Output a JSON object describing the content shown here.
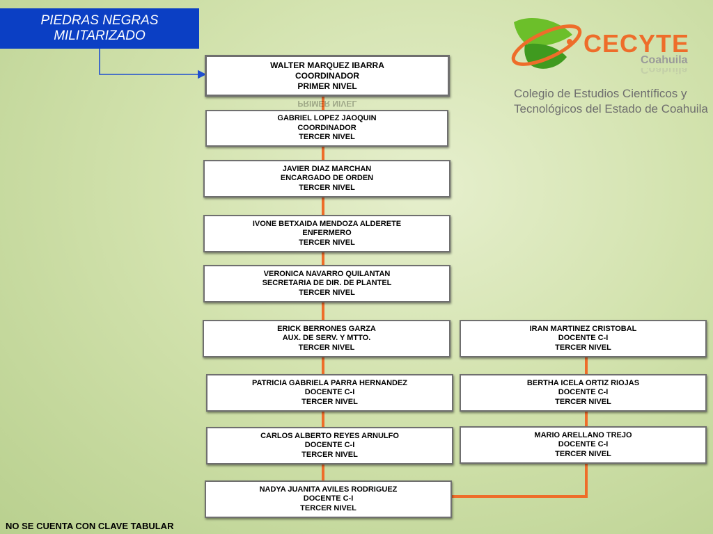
{
  "title": [
    "PIEDRAS NEGRAS",
    "MILITARIZADO"
  ],
  "logo": {
    "wordmark": "CECYTE",
    "state": "Coahuila",
    "college_line1": "Colegio de Estudios Científicos y",
    "college_line2": "Tecnológicos del Estado de Coahuila"
  },
  "top": {
    "name": "WALTER MARQUEZ IBARRA",
    "role": "COORDINADOR",
    "level": "PRIMER NIVEL"
  },
  "left_column": [
    {
      "name": "GABRIEL LOPEZ JAOQUIN",
      "role": "COORDINADOR",
      "level": "TERCER NIVEL"
    },
    {
      "name": "JAVIER DIAZ MARCHAN",
      "role": "ENCARGADO DE ORDEN",
      "level": "TERCER NIVEL"
    },
    {
      "name": "IVONE BETXAIDA MENDOZA ALDERETE",
      "role": "ENFERMERO",
      "level": "TERCER NIVEL"
    },
    {
      "name": "VERONICA NAVARRO QUILANTAN",
      "role": "SECRETARIA DE DIR. DE PLANTEL",
      "level": "TERCER NIVEL"
    },
    {
      "name": "ERICK BERRONES GARZA",
      "role": "AUX. DE SERV. Y MTTO.",
      "level": "TERCER NIVEL"
    },
    {
      "name": "PATRICIA GABRIELA PARRA HERNANDEZ",
      "role": "DOCENTE C-I",
      "level": "TERCER NIVEL"
    },
    {
      "name": "CARLOS ALBERTO REYES ARNULFO",
      "role": "DOCENTE C-I",
      "level": "TERCER NIVEL"
    },
    {
      "name": "NADYA JUANITA AVILES RODRIGUEZ",
      "role": "DOCENTE C-I",
      "level": "TERCER NIVEL"
    }
  ],
  "right_column": [
    {
      "name": "IRAN MARTINEZ CRISTOBAL",
      "role": "DOCENTE C-I",
      "level": "TERCER NIVEL"
    },
    {
      "name": "BERTHA ICELA ORTIZ RIOJAS",
      "role": "DOCENTE C-I",
      "level": "TERCER NIVEL"
    },
    {
      "name": "MARIO ARELLANO TREJO",
      "role": "DOCENTE C-I",
      "level": "TERCER NIVEL"
    }
  ],
  "footer": "NO SE CUENTA CON CLAVE TABULAR",
  "colors": {
    "title_bg": "#0b3fc4",
    "connector": "#ee6d2a",
    "arrow": "#1f4fd0",
    "logo_orange": "#ee6d2a",
    "logo_green": "#6cbf2a"
  }
}
